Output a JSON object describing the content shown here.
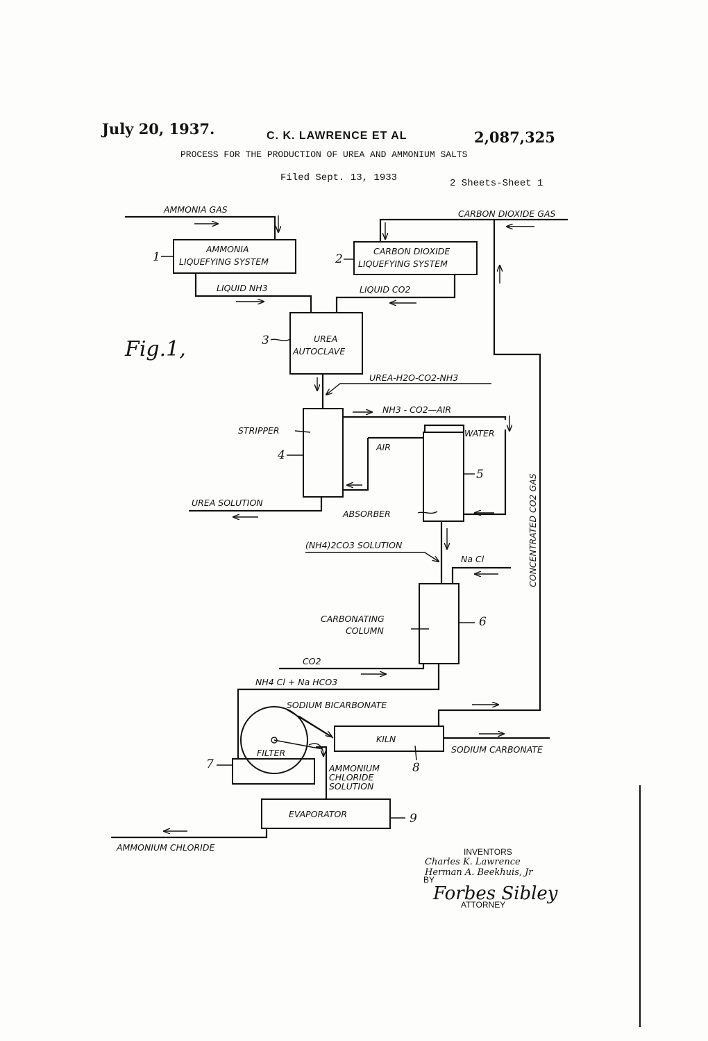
{
  "header": {
    "date": "July 20, 1937.",
    "inventors_short": "C. K. LAWRENCE ET AL",
    "patent_number": "2,087,325",
    "title": "PROCESS FOR THE PRODUCTION OF UREA AND AMMONIUM SALTS",
    "filed": "Filed Sept. 13, 1933",
    "sheets": "2 Sheets-Sheet 1"
  },
  "figure_label": "Fig.1,",
  "units": {
    "u1": {
      "number": "1",
      "line1": "AMMONIA",
      "line2": "LIQUEFYING  SYSTEM"
    },
    "u2": {
      "number": "2",
      "line1": "CARBON DIOXIDE",
      "line2": "LIQUEFYING SYSTEM"
    },
    "u3": {
      "number": "3",
      "line1": "UREA",
      "line2": "AUTOCLAVE"
    },
    "u4": {
      "number": "4",
      "label": "STRIPPER"
    },
    "u5": {
      "number": "5",
      "label": "ABSORBER"
    },
    "u6": {
      "number": "6",
      "line1": "CARBONATING",
      "line2": "COLUMN"
    },
    "u7": {
      "number": "7",
      "label": "FILTER"
    },
    "u8": {
      "number": "8",
      "label": "KILN"
    },
    "u9": {
      "number": "9",
      "label": "EVAPORATOR"
    }
  },
  "streams": {
    "ammonia_gas": "AMMONIA  GAS",
    "carbon_dioxide_gas": "CARBON DIOXIDE GAS",
    "liquid_nh3": "LIQUID NH3",
    "liquid_co2": "LIQUID  CO2",
    "urea_mix": "UREA-H2O-CO2-NH3",
    "nh3_co2_air": "NH3 - CO2—AIR",
    "water": "WATER",
    "air": "AIR",
    "urea_solution": "UREA  SOLUTION",
    "nh4_co3_solution": "(NH4)2CO3 SOLUTION",
    "nacl": "Na Cl",
    "co2": "CO2",
    "nh4cl_nahco3": "NH4 Cl + Na HCO3",
    "sodium_bicarbonate": "SODIUM  BICARBONATE",
    "sodium_carbonate": "SODIUM  CARBONATE",
    "ammonium_chloride_solution_1": "AMMONIUM",
    "ammonium_chloride_solution_2": "CHLORIDE",
    "ammonium_chloride_solution_3": "SOLUTION",
    "ammonium_chloride": "AMMONIUM  CHLORIDE",
    "concentrated_co2_gas": "CONCENTRATED  CO2  GAS"
  },
  "signature": {
    "heading": "INVENTORS",
    "inventor1": "Charles K. Lawrence",
    "inventor2": "Herman A. Beekhuis, Jr",
    "by": "BY",
    "attorney_signature": "Forbes Sibley",
    "attorney": "ATTORNEY"
  }
}
